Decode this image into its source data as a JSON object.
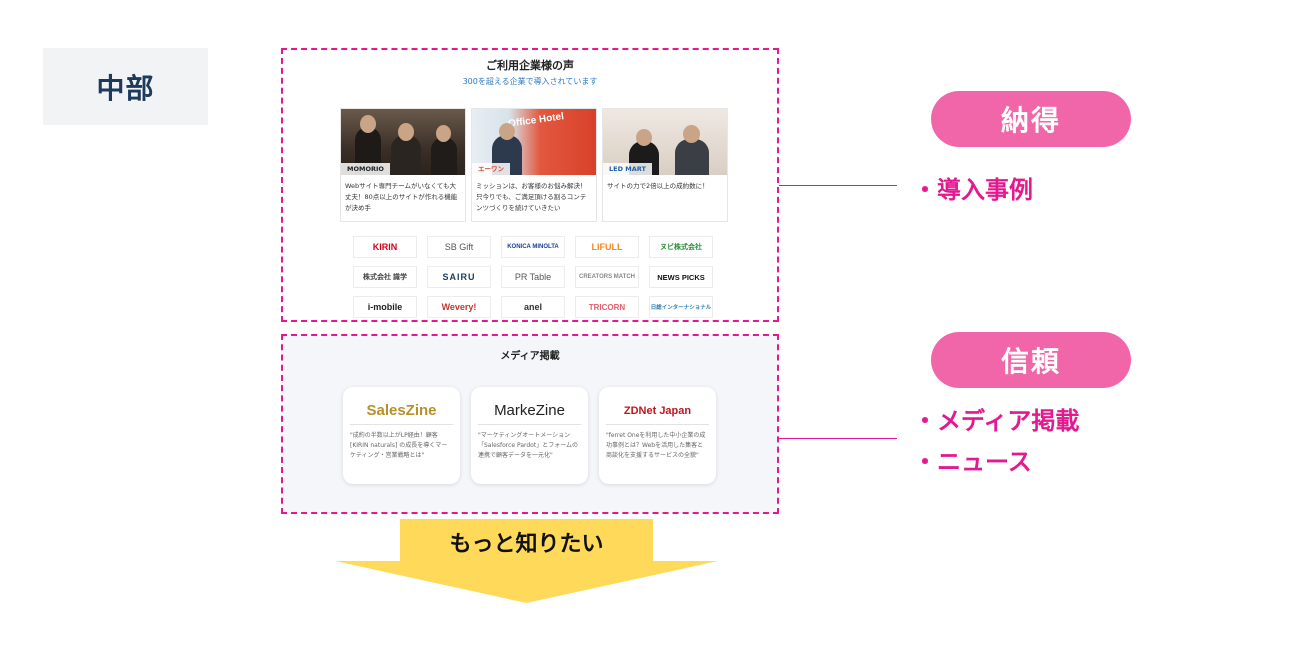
{
  "section_label": "中部",
  "voice": {
    "title": "ご利用企業様の声",
    "subtitle": "300を超える企業で導入されています",
    "cases": [
      {
        "logo": "MOMORIO",
        "text": "Webサイト専門チームがいなくても大丈夫！80点以上のサイトが作れる機能が決め手"
      },
      {
        "logo": "エーワン",
        "sign": "Office Hotel",
        "text": "ミッションは、お客様のお悩み解決！ 只今りでも、ご満足頂ける割るコンテンツづくりを続けていきたい"
      },
      {
        "logo": "LED MART",
        "text": "サイトの力で2倍以上の成約数に！"
      }
    ],
    "logos": [
      "KIRIN",
      "SB Gift",
      "KONICA MINOLTA",
      "LIFULL",
      "ヌビ株式会社",
      "株式会社 識学",
      "SAIRU",
      "PR Table",
      "CREATORS MATCH",
      "NEWS PICKS",
      "i-mobile",
      "Wevery!",
      "anel",
      "TRICORN",
      "日総インターナショナル"
    ]
  },
  "media": {
    "title": "メディア掲載",
    "cards": [
      {
        "logo": "SalesZine",
        "text": "\"成約の半数以上がLP経由！顧客 [KIRIN naturals] の成長を導くマーケティング・営業戦略とは\""
      },
      {
        "logo": "MarkeZine",
        "text": "\"マーケティングオートメーション「Salesforce Pardot」とフォームの連携で顧客データを一元化\""
      },
      {
        "logo": "ZDNet Japan",
        "text": "\"ferret Oneを利用した中小企業の成功事例とは？Webを活用した集客と商談化を支援するサービスの全貌\""
      }
    ]
  },
  "annotations": {
    "pill_top": "納得",
    "bullets_top": [
      "・導入事例"
    ],
    "pill_bottom": "信頼",
    "bullets_bottom": [
      "・メディア掲載",
      "・ニュース"
    ]
  },
  "arrow_label": "もっと知りたい",
  "colors": {
    "accent": "#e5198f",
    "pill": "#f166a8",
    "arrow": "#ffd95a",
    "label_text": "#1c3a5c"
  }
}
